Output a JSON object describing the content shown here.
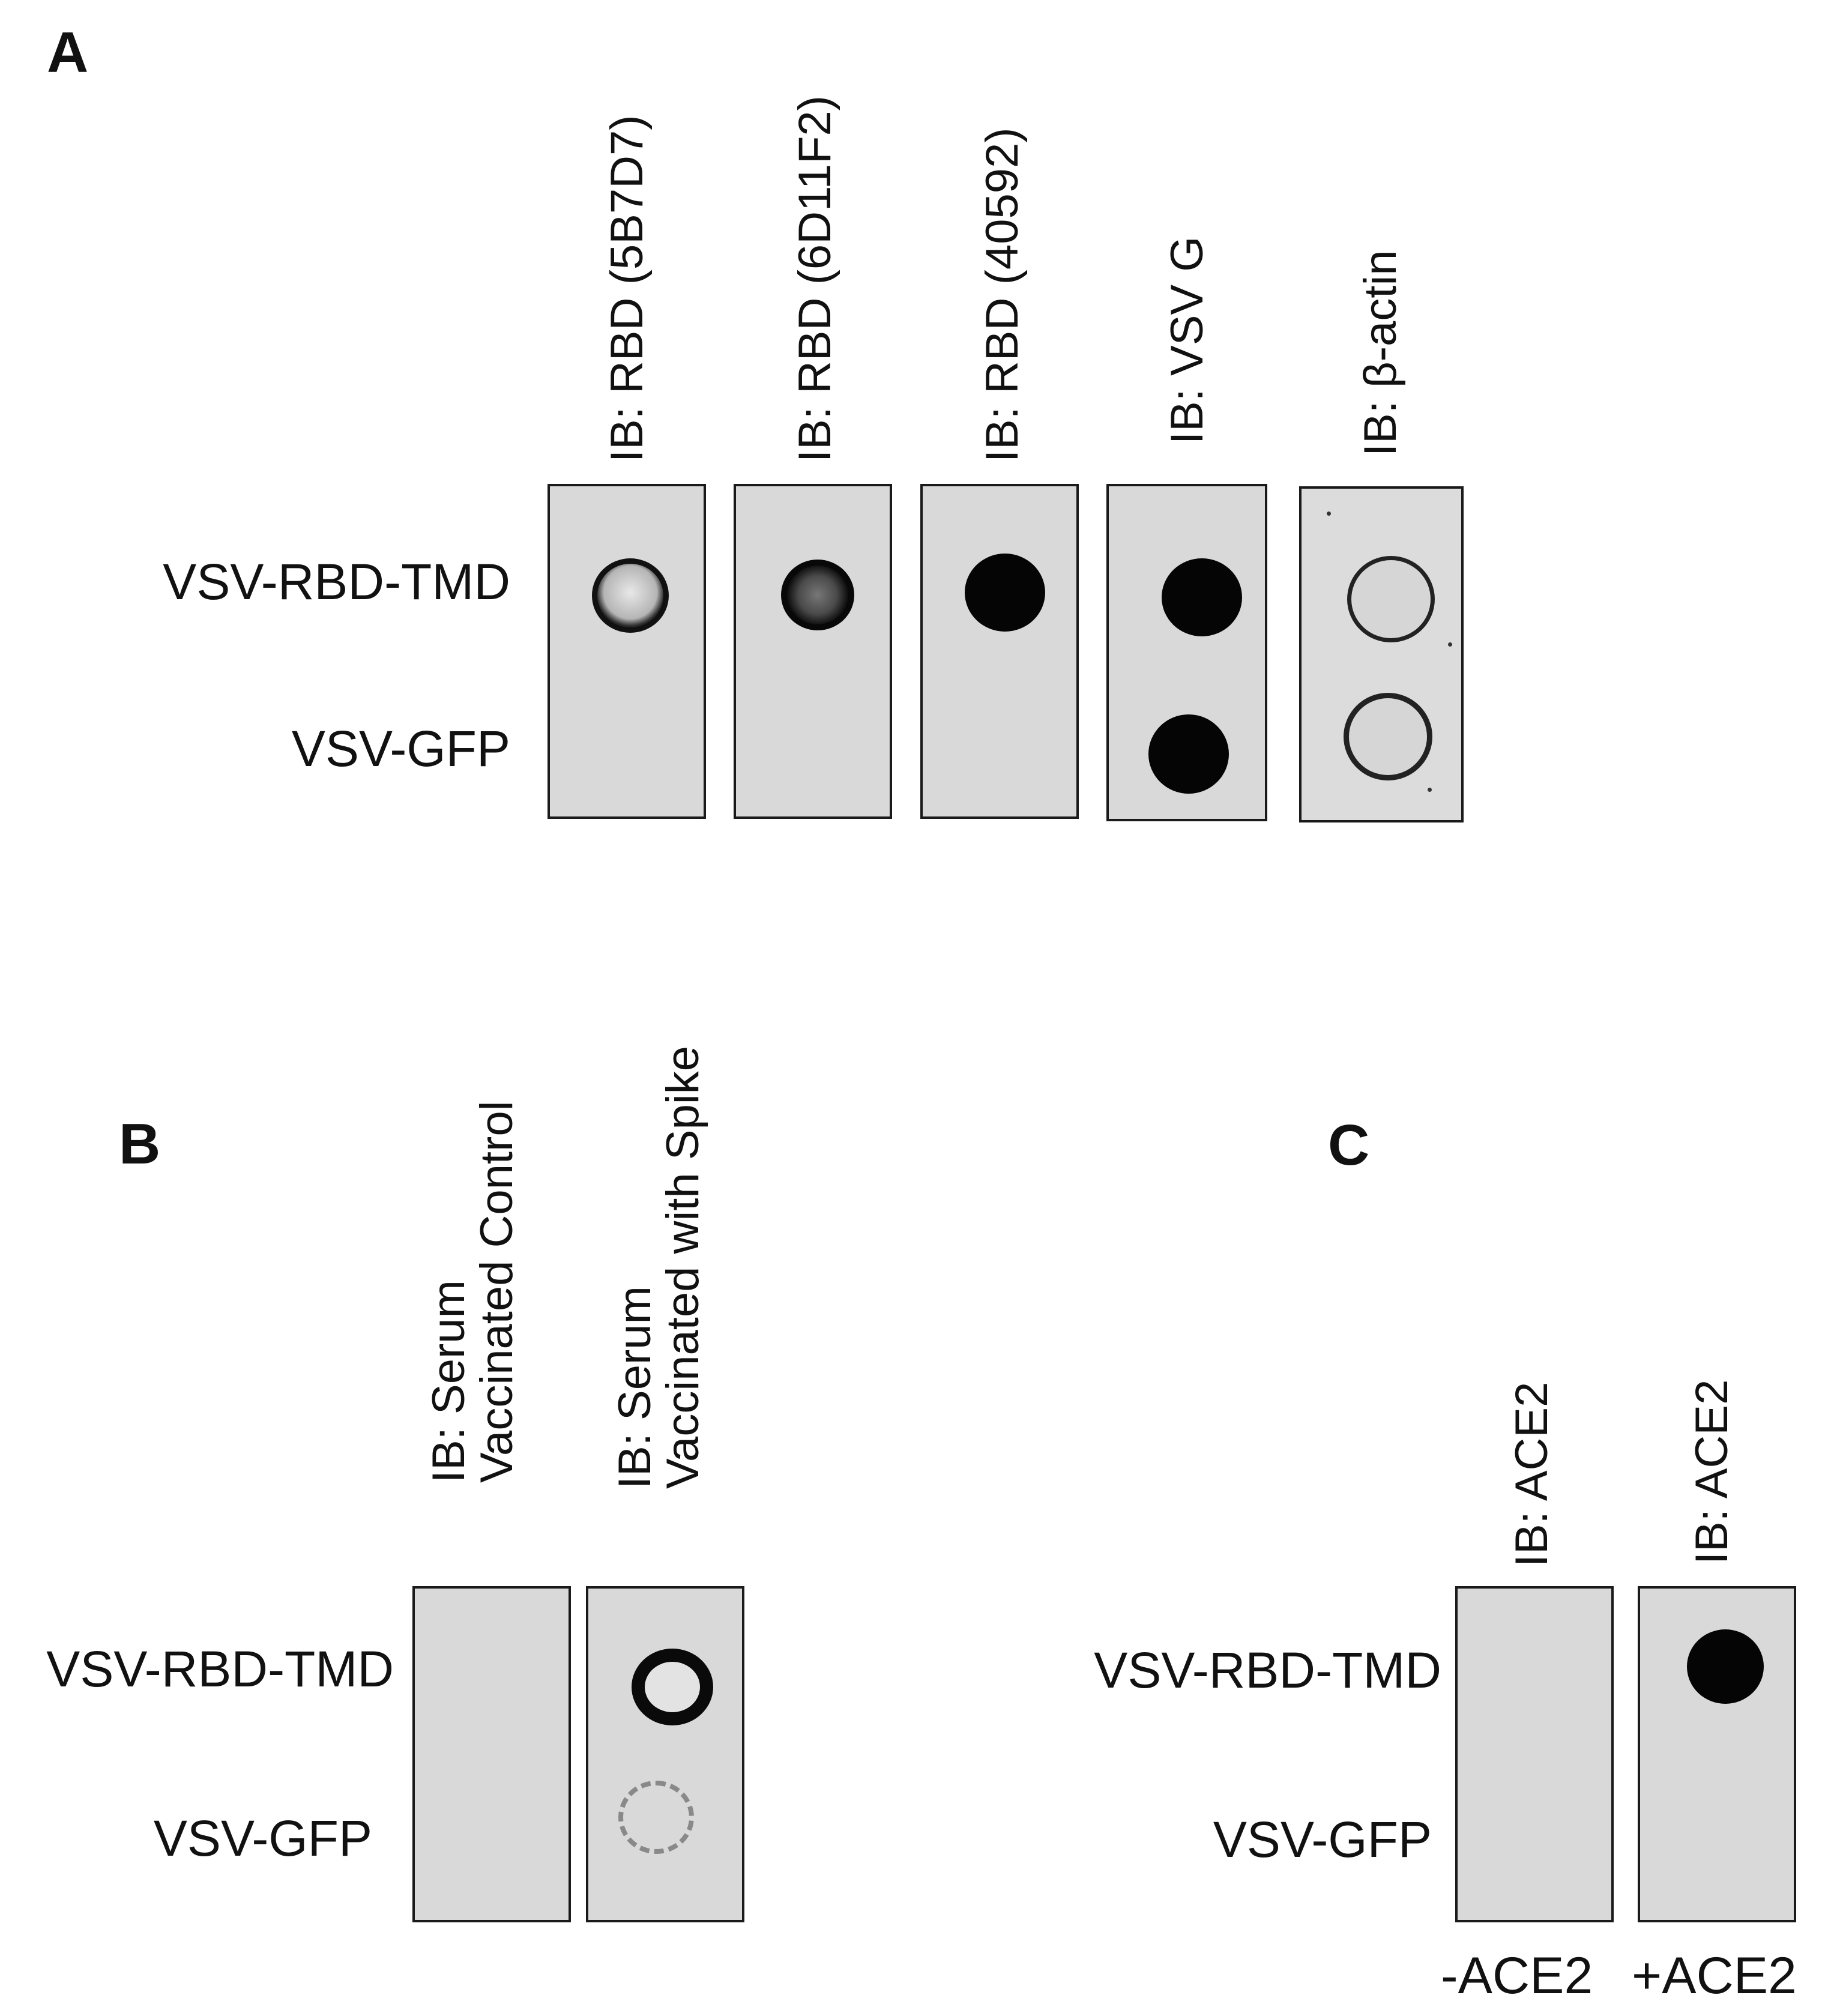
{
  "panels": {
    "a": {
      "letter": "A",
      "rows": [
        "VSV-RBD-TMD",
        "VSV-GFP"
      ],
      "columns": [
        {
          "label": "IB: RBD (5B7D7)"
        },
        {
          "label": "IB: RBD (6D11F2)"
        },
        {
          "label": "IB: RBD (40592)"
        },
        {
          "label": "IB: VSV G"
        },
        {
          "label": "IB: β-actin"
        }
      ]
    },
    "b": {
      "letter": "B",
      "rows": [
        "VSV-RBD-TMD",
        "VSV-GFP"
      ],
      "columns": [
        {
          "line1": "IB: Serum",
          "line2": "Vaccinated Control"
        },
        {
          "line1": "IB: Serum",
          "line2": "Vaccinated with Spike"
        }
      ]
    },
    "c": {
      "letter": "C",
      "rows": [
        "VSV-RBD-TMD",
        "VSV-GFP"
      ],
      "columns": [
        {
          "label": "IB: ACE2",
          "footer": "-ACE2"
        },
        {
          "label": "IB: ACE2",
          "footer": "+ACE2"
        }
      ]
    }
  }
}
